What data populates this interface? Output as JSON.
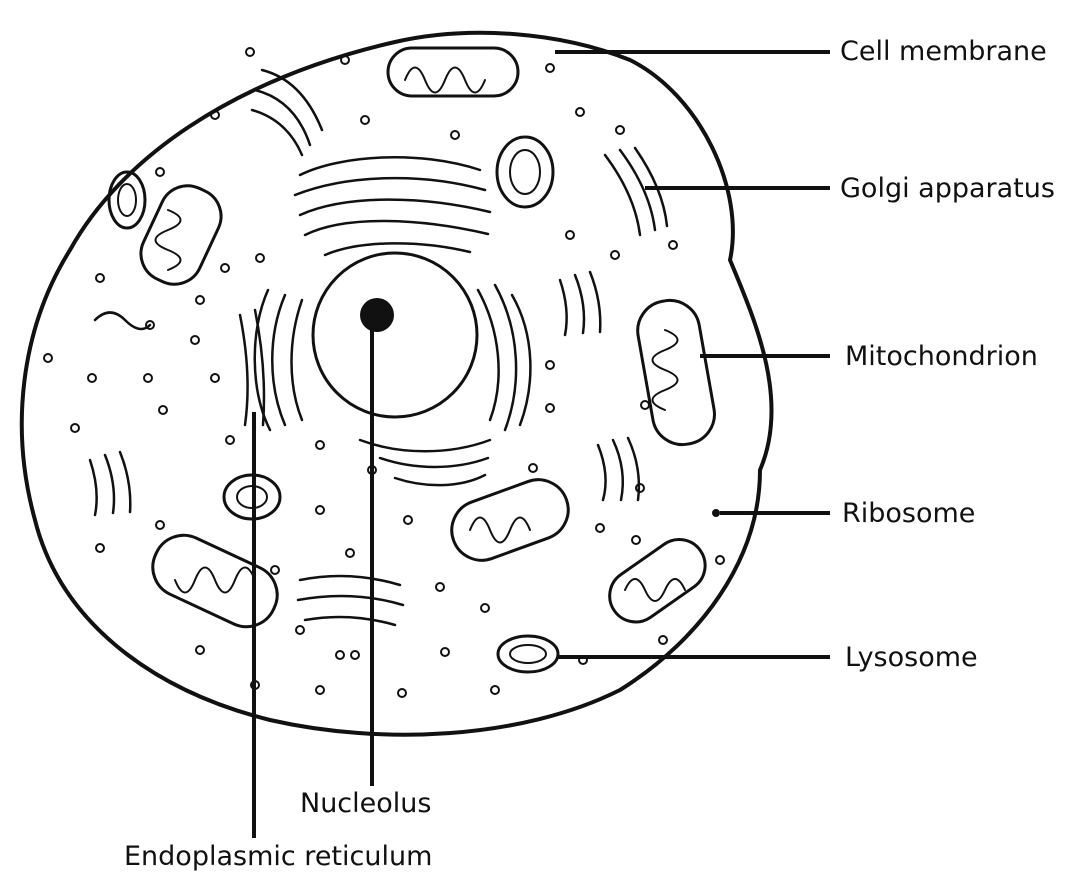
{
  "diagram": {
    "labels": {
      "cell_membrane": "Cell membrane",
      "golgi_apparatus": "Golgi apparatus",
      "mitochondrion": "Mitochondrion",
      "ribosome": "Ribosome",
      "lysosome": "Lysosome",
      "nucleolus": "Nucleolus",
      "endoplasmic_reticulum": "Endoplasmic reticulum"
    },
    "colors": {
      "ink": "#111111",
      "background": "#ffffff"
    }
  }
}
